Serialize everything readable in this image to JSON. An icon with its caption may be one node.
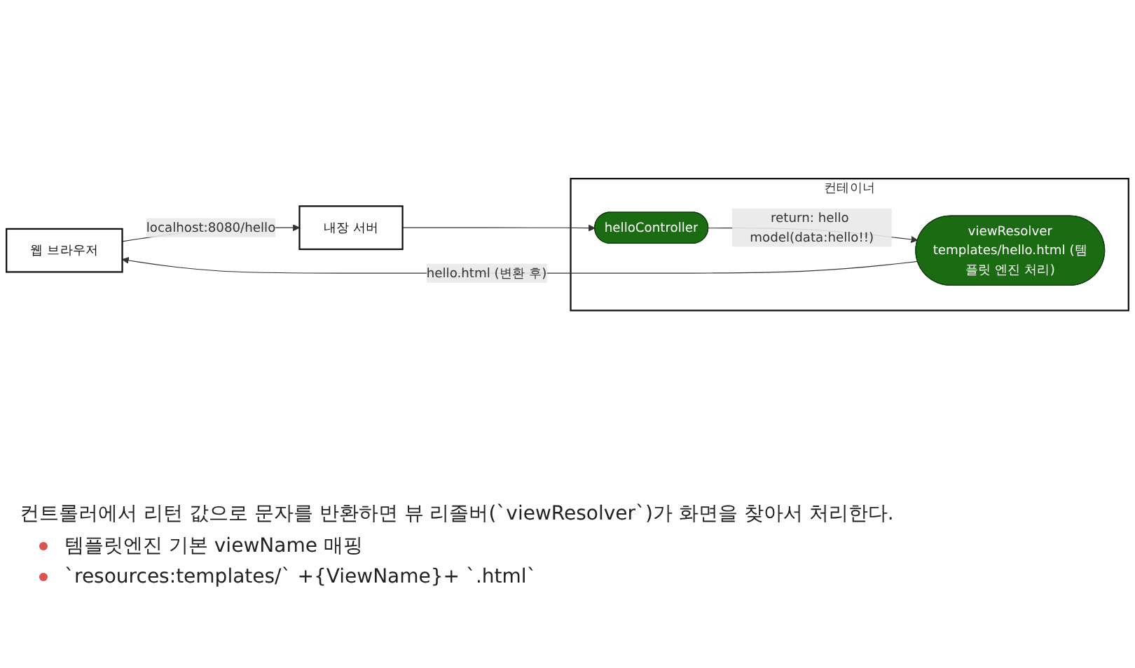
{
  "diagram": {
    "nodes": [
      {
        "text": [
          "웹 브라우저"
        ]
      },
      {
        "text": [
          "내장 서버"
        ]
      },
      {
        "text": [
          "컨테이너"
        ]
      },
      {
        "text": [
          "helloController"
        ],
        "in": 2
      },
      {
        "text": [
          "viewResolver",
          "templates/hello.html (템플릿 엔진 처리)"
        ],
        "in": 2
      }
    ],
    "edges": [
      {
        "from": 0,
        "to": 1,
        "arrow": "to",
        "label": "localhost:8080/hello"
      },
      {
        "from": 1,
        "to": 3,
        "arrow": "to"
      },
      {
        "from": 3,
        "to": 4,
        "arrow": "to",
        "label": "return: hello model(data:hello!!)"
      },
      {
        "from": 4,
        "to": 0,
        "arrow": "to",
        "label": "hello.html (변환 후)"
      }
    ],
    "labels": [
      "컨트롤러에서 리턴 값으로 문자를 반환하면 뷰 리졸버(`viewResolver`)가 화면을 찾아서 처리한다.",
      "템플릿엔진 기본 viewName 매핑",
      "`resources:templates/` +{ViewName}+ `.html`"
    ]
  }
}
